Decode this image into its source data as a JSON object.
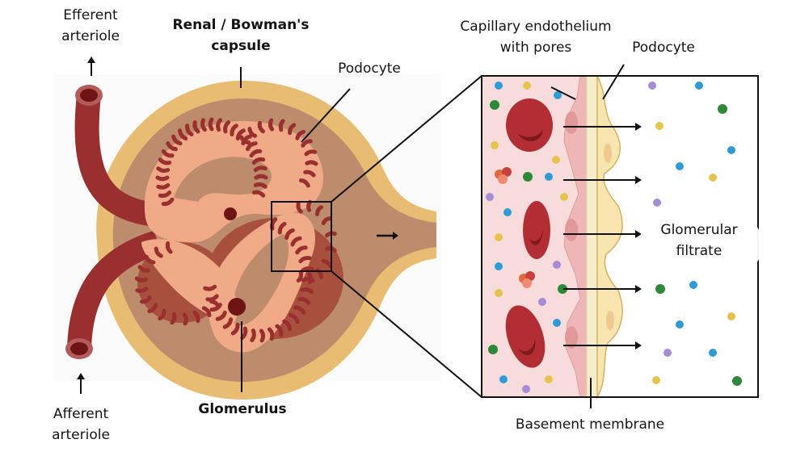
{
  "labels": {
    "efferent_arteriole": [
      "Efferent",
      "arteriole"
    ],
    "renal_capsule": [
      "Renal / Bowman's",
      "capsule"
    ],
    "podocyte_left": "Podocyte",
    "capillary_endothelium": [
      "Capillary endothelium",
      "with pores"
    ],
    "podocyte_right": "Podocyte",
    "glomerular_filtrate": [
      "Glomerular",
      "filtrate"
    ],
    "afferent_arteriole": [
      "Afferent",
      "arteriole"
    ],
    "glomerulus": "Glomerulus",
    "basement_membrane": "Basement membrane"
  },
  "colors": {
    "capsule_outer": "#e8bd73",
    "capsule_space": "#bd8c6c",
    "glomerulus_tube": "#f0aa88",
    "capillary_red": "#9a2f2f",
    "dark_red": "#6e1414",
    "blood_plasma": "#f7dcdc",
    "endothelium": "#eeb6b6",
    "basement": "#f5edc9",
    "podocyte_cell": "#f8e6b0",
    "podocyte_edge": "#d8b060",
    "rbc": "#b22e34",
    "particle_blue": "#2f9bd6",
    "particle_yellow": "#e7c24c",
    "particle_green": "#2e8a3a",
    "particle_purple": "#a68bd6",
    "outline": "#111111"
  }
}
